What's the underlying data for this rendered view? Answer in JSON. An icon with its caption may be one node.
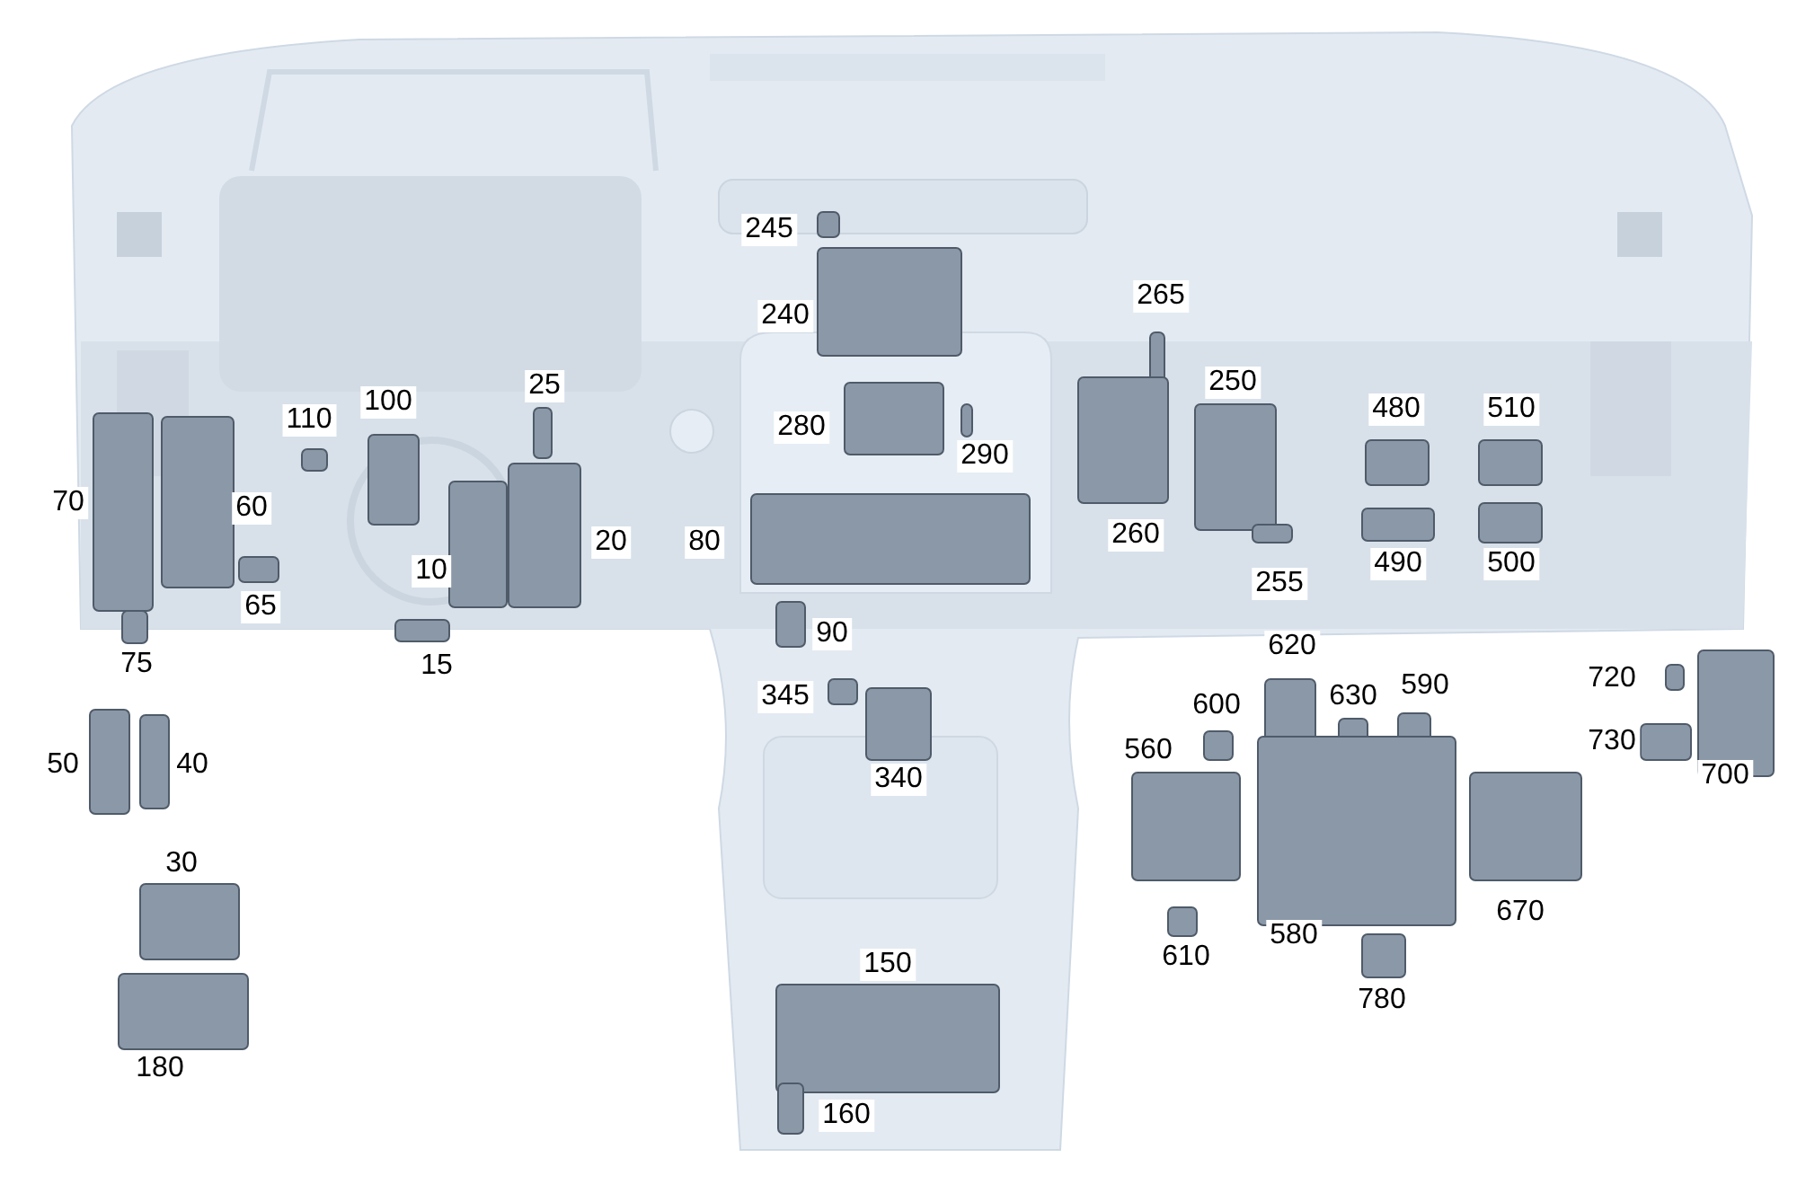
{
  "diagram": {
    "labels": [
      "245",
      "240",
      "265",
      "25",
      "110",
      "100",
      "250",
      "480",
      "510",
      "280",
      "290",
      "70",
      "60",
      "10",
      "20",
      "80",
      "260",
      "255",
      "490",
      "500",
      "65",
      "75",
      "90",
      "15",
      "620",
      "720",
      "600",
      "630",
      "590",
      "345",
      "50",
      "40",
      "340",
      "560",
      "730",
      "700",
      "30",
      "580",
      "670",
      "610",
      "780",
      "150",
      "180",
      "160"
    ]
  }
}
